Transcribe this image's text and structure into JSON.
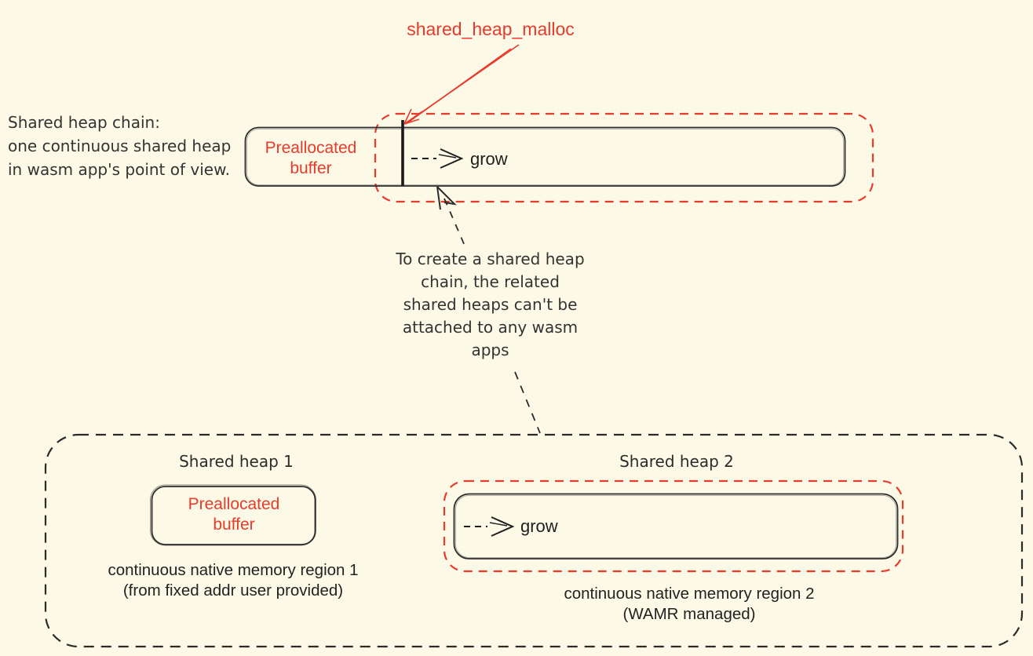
{
  "colors": {
    "background": "#fcf9e6",
    "accent_red": "#e73b2c",
    "ink": "#2b2b2b"
  },
  "annotations": {
    "malloc_label": "shared_heap_malloc",
    "chain_note": "Shared heap chain:\none continuous shared heap\nin wasm app's point of view.",
    "detach_note": "To create a shared heap\nchain, the related\nshared heaps can't be\nattached to any wasm\napps"
  },
  "heap_chain": {
    "preallocated_label": "Preallocated\nbuffer",
    "grow_label": "grow"
  },
  "shared_heap_1": {
    "title": "Shared heap 1",
    "buffer_label": "Preallocated\nbuffer",
    "region_note": "continuous native memory region 1\n(from fixed addr user provided)"
  },
  "shared_heap_2": {
    "title": "Shared heap 2",
    "grow_label": "grow",
    "region_note": "continuous native memory region 2\n(WAMR managed)"
  }
}
